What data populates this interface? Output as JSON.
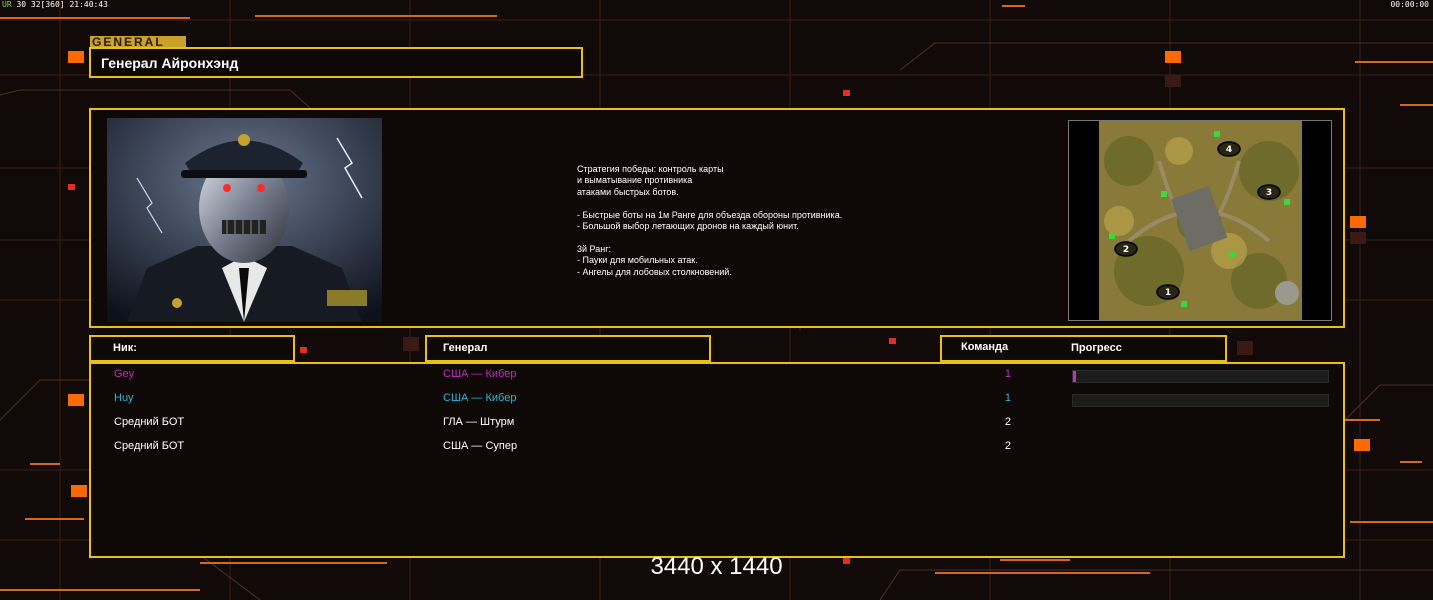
{
  "status_bar": {
    "left_prefix": "UR",
    "left_text": " 30 32[360] 21:40:43",
    "right_text": "00:00:00"
  },
  "header": {
    "tag": "GENERAL",
    "title": "Генерал Айронхэнд"
  },
  "strategy_text": "Стратегия победы: контроль карты\nи выматывание противника\nатаками быстрых ботов.\n\n- Быстрые боты на 1м Ранге для объезда обороны противника.\n- Большой выбор летающих дронов на каждый юнит.\n\n3й Ранг:\n- Пауки для мобильных атак.\n- Ангелы для лобовых столкновений.",
  "minimap": {
    "icon": "map-preview",
    "start_positions": [
      "1",
      "2",
      "3",
      "4"
    ]
  },
  "columns": {
    "nick": "Ник:",
    "general": "Генерал",
    "team": "Команда",
    "progress": "Прогресс"
  },
  "players": [
    {
      "nick": "Gey",
      "general": "США — Кибер",
      "team": "1",
      "color": "#c12fc1",
      "progress": 0.01
    },
    {
      "nick": "Huy",
      "general": "США — Кибер",
      "team": "1",
      "color": "#2fb7d6",
      "progress": 0.0
    },
    {
      "nick": "Средний БОТ",
      "general": "ГЛА — Штурм",
      "team": "2",
      "color": "#ffffff"
    },
    {
      "nick": "Средний БОТ",
      "general": "США — Супер",
      "team": "2",
      "color": "#ffffff"
    }
  ],
  "resolution_label": "3440 x 1440",
  "colors": {
    "frame": "#e8c20e",
    "accent_orange": "#ff6a00",
    "background": "#120a08"
  }
}
